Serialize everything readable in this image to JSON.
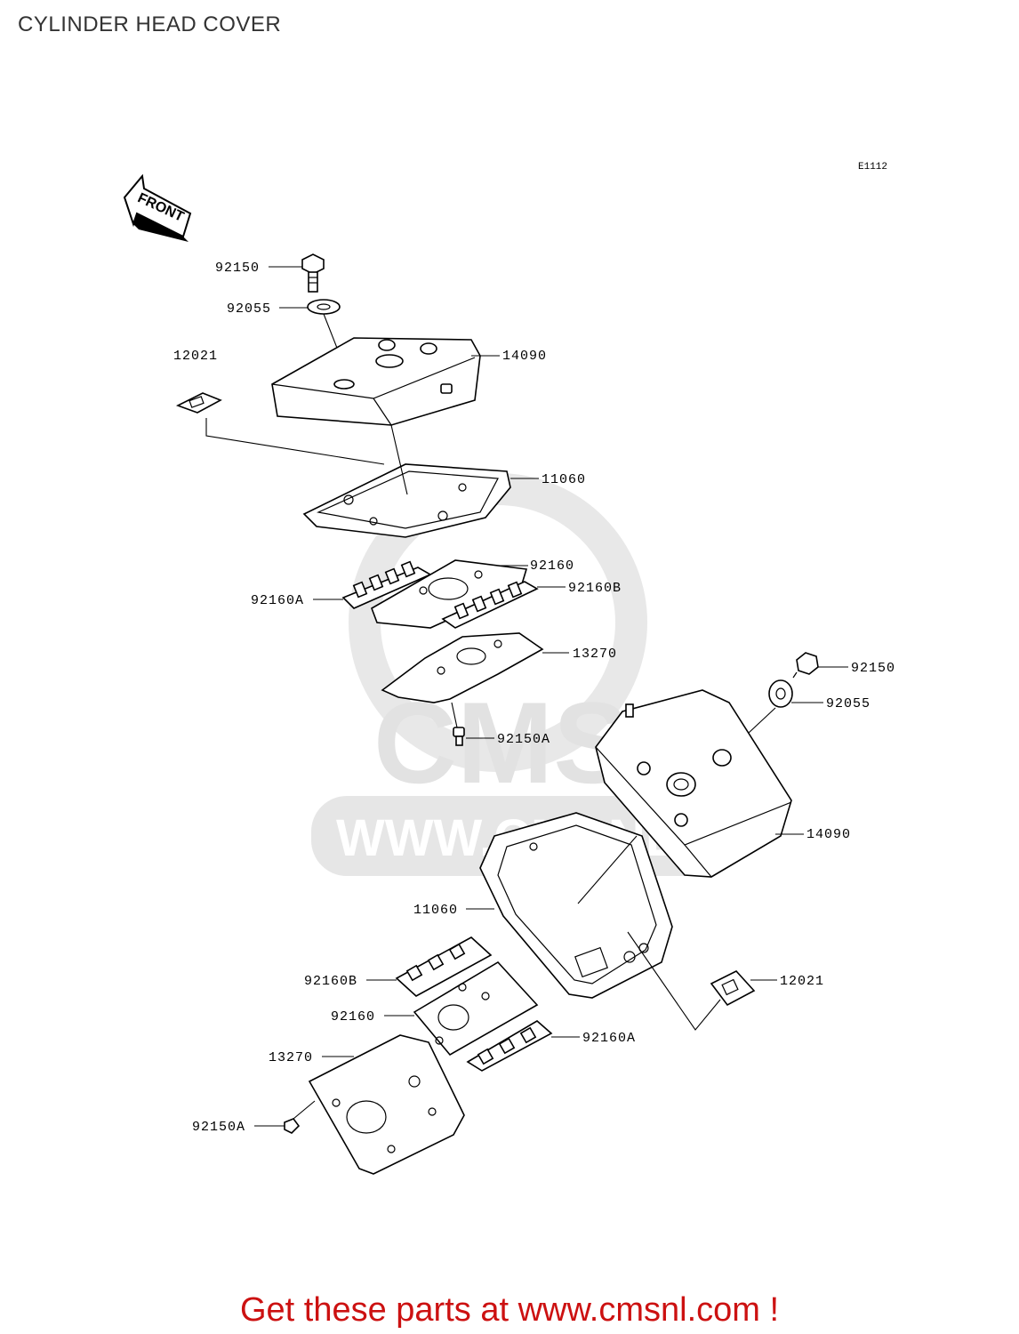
{
  "title": "CYLINDER HEAD COVER",
  "diagram_code": "E1112",
  "front_label": "FRONT",
  "watermark": {
    "brand": "CMS",
    "url": "WWW.CMSNL.COM"
  },
  "callouts": {
    "c_92150_top": "92150",
    "c_92055_top": "92055",
    "c_12021_top": "12021",
    "c_14090_top": "14090",
    "c_11060_top": "11060",
    "c_92160_top": "92160",
    "c_92160A_top": "92160A",
    "c_92160B_top": "92160B",
    "c_13270_top": "13270",
    "c_92150A_top": "92150A",
    "c_92150_right": "92150",
    "c_92055_right": "92055",
    "c_14090_bottom": "14090",
    "c_11060_bottom": "11060",
    "c_92160B_bottom": "92160B",
    "c_92160_bottom": "92160",
    "c_92160A_bottom": "92160A",
    "c_12021_bottom": "12021",
    "c_13270_bottom": "13270",
    "c_92150A_bottom": "92150A"
  },
  "promo_text": "Get these parts at www.cmsnl.com !",
  "colors": {
    "promo": "#cc1111",
    "line_art": "#000000",
    "watermark": "#e6e6e6",
    "title": "#333333"
  }
}
